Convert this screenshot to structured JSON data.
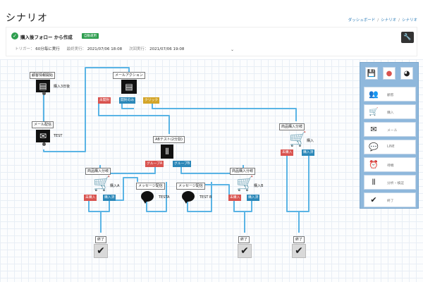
{
  "header": {
    "title": "シナリオ",
    "breadcrumb": [
      "ダッシュボード",
      "シナリオ",
      "シナリオ"
    ]
  },
  "info": {
    "scenario_name": "購入後フォロー から作成",
    "badge": "自動運用",
    "trigger_label": "トリガー：",
    "trigger_value": "60分毎に実行",
    "last_run_label": "最終実行：",
    "last_run_value": "2021/07/06 18:08",
    "next_run_label": "次回実行：",
    "next_run_value": "2021/07/06 19:08"
  },
  "flow": {
    "start_label": "顧客情報開始",
    "start_text": "購入3日後",
    "mail_send_label": "メール配信",
    "mail_send_text": "TEST",
    "mail_action_label": "メールアクション",
    "tag_unopened": "未開封",
    "tag_opened": "開封のみ",
    "tag_clicked": "クリック",
    "ab_label": "ABテスト(2分割)",
    "tag_group_a": "グループA",
    "tag_group_b": "グループB",
    "buy_branch_1_label": "商品購入分岐",
    "buy_branch_1_text": "購入A",
    "buy_branch_2_label": "商品購入分岐",
    "buy_branch_2_text": "購入B",
    "buy_branch_3_label": "商品購入分岐",
    "buy_branch_3_text": "購入",
    "tag_not_bought": "未購入",
    "tag_bought": "購入済",
    "msg_a_label": "メッセージ配信",
    "msg_a_text": "TESTA",
    "msg_b_label": "メッセージ配信",
    "msg_b_text": "TEST B",
    "end_label": "終了"
  },
  "palette": {
    "top_icons": [
      "save-icon",
      "record-icon",
      "pie-chart-icon"
    ],
    "items": [
      {
        "icon": "users-icon",
        "label": "顧客"
      },
      {
        "icon": "cart-icon",
        "label": "購入"
      },
      {
        "icon": "mail-icon",
        "label": "メール"
      },
      {
        "icon": "chat-icon",
        "label": "LINE"
      },
      {
        "icon": "clock-icon",
        "label": "待機"
      },
      {
        "icon": "split-icon",
        "label": "分析・検証"
      },
      {
        "icon": "check-icon",
        "label": "終了"
      }
    ]
  },
  "colors": {
    "link": "#5ab4e5",
    "tag_red": "#d9534f",
    "tag_blue": "#2b87b8",
    "tag_yellow": "#d4a528",
    "badge_green": "#2e9e4f",
    "palette_bg": "#8fb8dc"
  }
}
